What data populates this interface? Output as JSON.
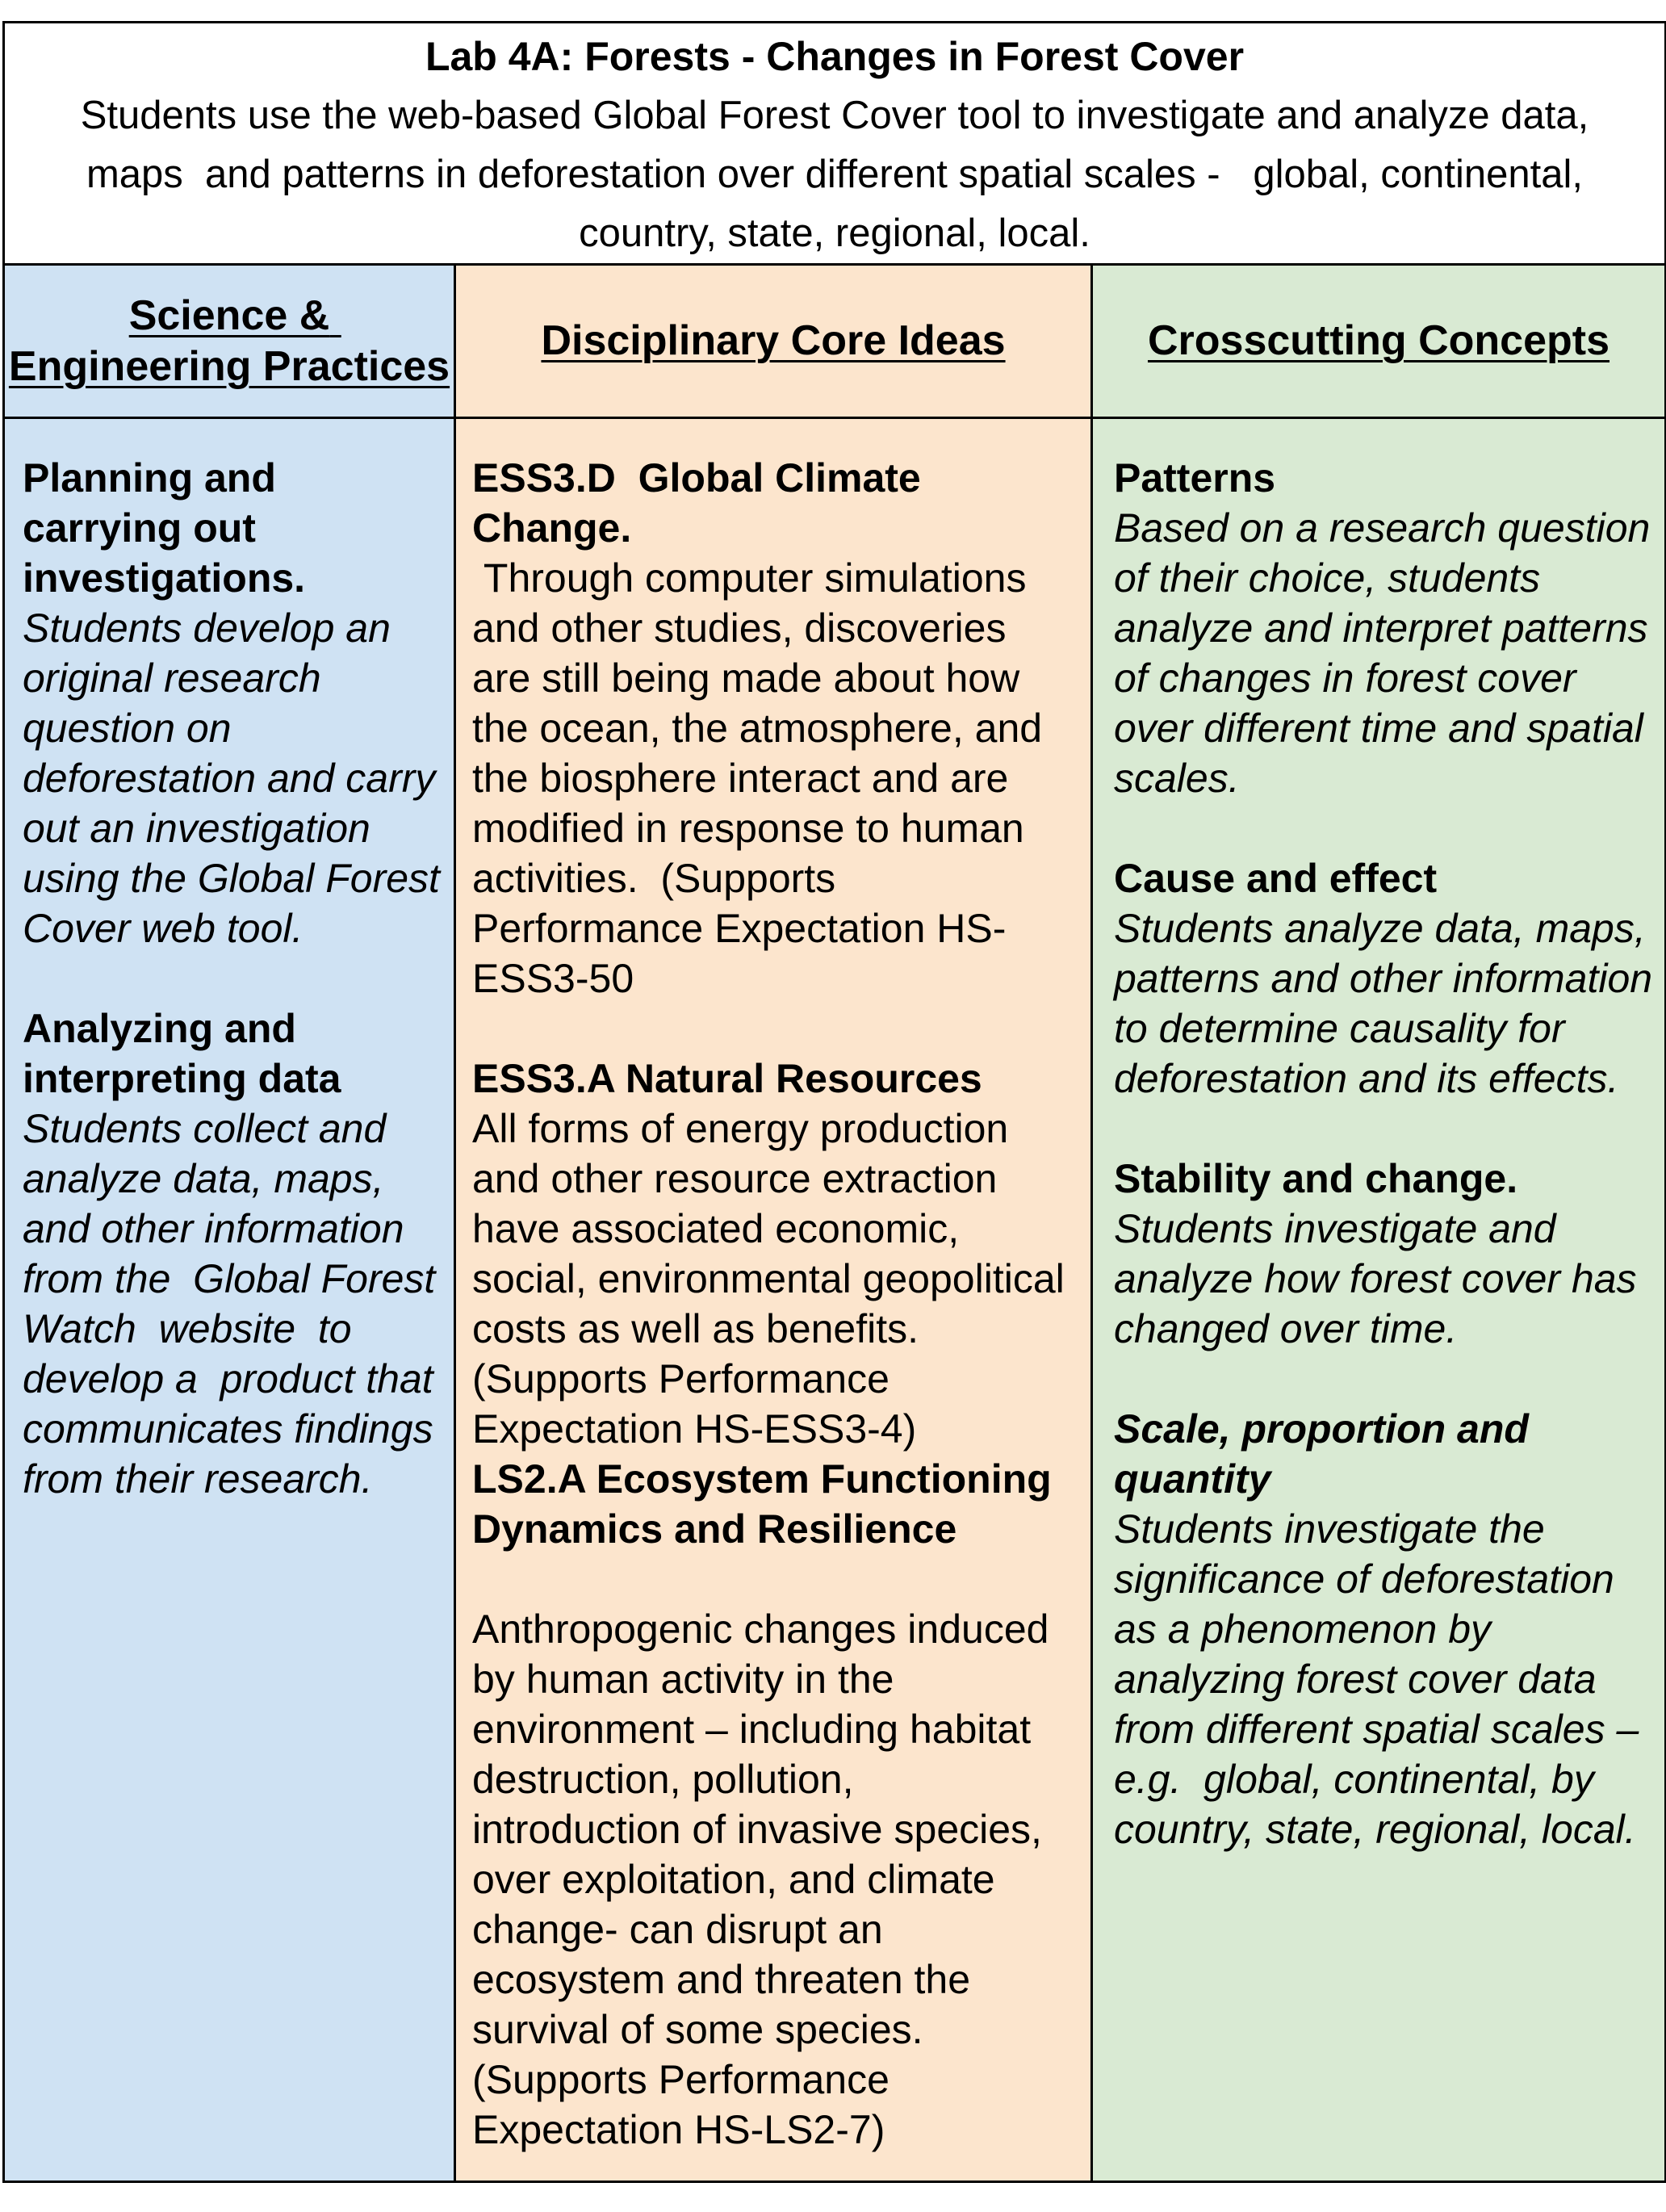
{
  "colors": {
    "sep_column_bg": "#cfe2f3",
    "dci_column_bg": "#fce5cd",
    "ccc_column_bg": "#d9ead3",
    "table_border": "#000000",
    "page_bg": "#ffffff"
  },
  "title_block": {
    "title": "Lab 4A: Forests - Changes in Forest Cover",
    "description_lines": [
      "Students use the web-based Global Forest Cover tool to investigate and analyze data,",
      "maps  and patterns in deforestation over different spatial scales -   global, continental,",
      "country, state, regional, local."
    ]
  },
  "columns": [
    {
      "header": "Science & Engineering Practices",
      "sections": [
        {
          "heading": "Planning and carrying out investigations.",
          "body": "Students develop an original research question on deforestation and carry out an investigation using the Global Forest Cover web tool."
        },
        {
          "heading": "Analyzing and interpreting data",
          "body": "Students collect and analyze data, maps, and other information from the  Global Forest Watch  website  to develop a  product that communicates findings from their research."
        }
      ]
    },
    {
      "header": "Disciplinary Core Ideas",
      "sections": [
        {
          "heading": "ESS3.D  Global Climate Change.",
          "body": " Through computer simulations and other studies, discoveries are still being made about how the ocean, the atmosphere, and the biosphere interact and are modified in response to human activities.  (Supports Performance Expectation HS-ESS3-50"
        },
        {
          "heading": "ESS3.A Natural Resources",
          "body": "All forms of energy production and other resource extraction have associated economic, social, environmental geopolitical costs as well as benefits. (Supports Performance Expectation HS-ESS3-4)"
        },
        {
          "heading": "LS2.A Ecosystem Functioning Dynamics and Resilience",
          "body": "Anthropogenic changes induced by human activity in the environment – including habitat destruction, pollution, introduction of invasive species, over exploitation, and climate change- can disrupt an ecosystem and threaten the survival of some species. (Supports Performance Expectation HS-LS2-7)"
        }
      ]
    },
    {
      "header": "Crosscutting Concepts",
      "sections": [
        {
          "heading": "Patterns",
          "body": "Based on a research question of their choice, students analyze and interpret patterns of changes in forest cover over different time and spatial scales."
        },
        {
          "heading": "Cause and effect",
          "body": "Students analyze data, maps, patterns and other information to determine causality for deforestation and its effects."
        },
        {
          "heading": "Stability and change.",
          "body": "Students investigate and analyze how forest cover has changed over time."
        },
        {
          "heading": "Scale, proportion and quantity",
          "body": "Students investigate the significance of deforestation as a phenomenon by analyzing forest cover data from different spatial scales – e.g.  global, continental, by country, state, regional, local."
        }
      ]
    }
  ]
}
